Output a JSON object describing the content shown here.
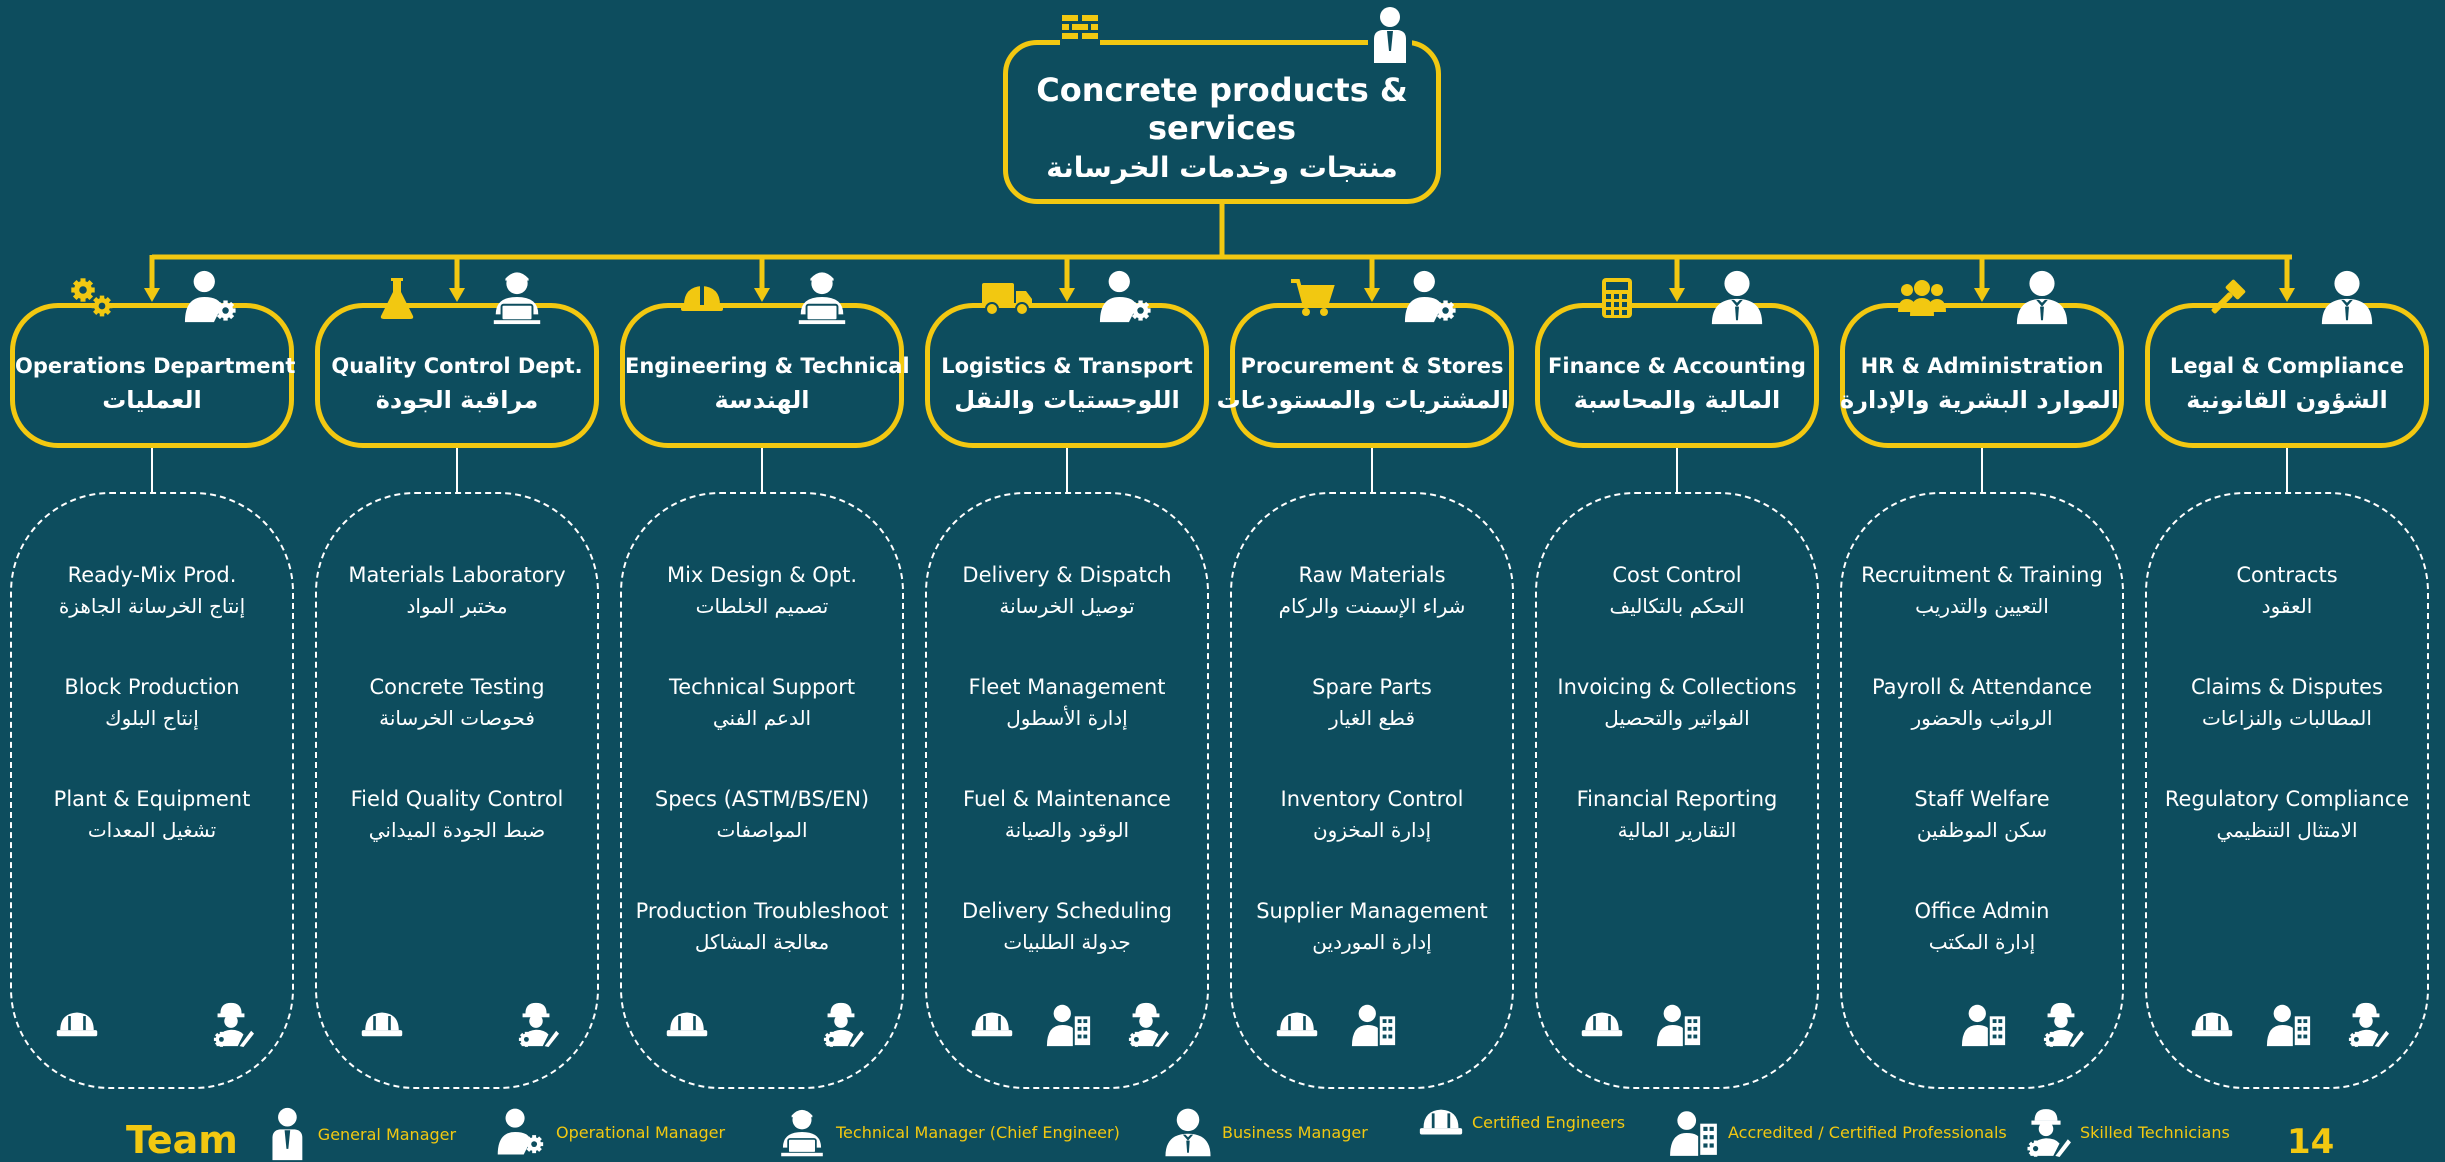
{
  "root": {
    "title_en": "Concrete products & services",
    "title_ar": "منتجات وخدمات الخرسانة",
    "icons": [
      "brick-wall-icon",
      "general-manager-icon"
    ]
  },
  "departments": [
    {
      "name_en": "Operations Department",
      "name_ar": "العمليات",
      "dept_icon": "gears-icon",
      "manager_icon": "operational-manager-icon",
      "items": [
        {
          "en": "Ready-Mix Prod.",
          "ar": "إنتاج الخرسانة الجاهزة"
        },
        {
          "en": "Block Production",
          "ar": "إنتاج البلوك"
        },
        {
          "en": "Plant & Equipment",
          "ar": "تشغيل المعدات"
        }
      ],
      "team_icons": [
        "certified-engineers",
        "skilled-technicians"
      ]
    },
    {
      "name_en": "Quality Control Dept.",
      "name_ar": "مراقبة الجودة",
      "dept_icon": "flask-icon",
      "manager_icon": "technical-manager-icon",
      "items": [
        {
          "en": "Materials Laboratory",
          "ar": "مختبر المواد"
        },
        {
          "en": "Concrete Testing",
          "ar": "فحوصات الخرسانة"
        },
        {
          "en": "Field Quality Control",
          "ar": "ضبط الجودة الميداني"
        }
      ],
      "team_icons": [
        "certified-engineers",
        "skilled-technicians"
      ]
    },
    {
      "name_en": "Engineering & Technical",
      "name_ar": "الهندسة",
      "dept_icon": "hard-hat-icon",
      "manager_icon": "technical-manager-icon",
      "items": [
        {
          "en": "Mix Design & Opt.",
          "ar": "تصميم الخلطات"
        },
        {
          "en": "Technical Support",
          "ar": "الدعم الفني"
        },
        {
          "en": "Specs (ASTM/BS/EN)",
          "ar": "المواصفات"
        },
        {
          "en": "Production Troubleshoot",
          "ar": "معالجة المشاكل"
        }
      ],
      "team_icons": [
        "certified-engineers",
        "skilled-technicians"
      ]
    },
    {
      "name_en": "Logistics & Transport",
      "name_ar": "اللوجستيات والنقل",
      "dept_icon": "truck-icon",
      "manager_icon": "operational-manager-icon",
      "items": [
        {
          "en": "Delivery & Dispatch",
          "ar": "توصيل الخرسانة"
        },
        {
          "en": "Fleet Management",
          "ar": "إدارة الأسطول"
        },
        {
          "en": "Fuel & Maintenance",
          "ar": "الوقود والصيانة"
        },
        {
          "en": "Delivery Scheduling",
          "ar": "جدولة الطلبيات"
        }
      ],
      "team_icons": [
        "certified-engineers",
        "accredited-professionals",
        "skilled-technicians"
      ]
    },
    {
      "name_en": "Procurement & Stores",
      "name_ar": "المشتريات والمستودعات",
      "dept_icon": "cart-icon",
      "manager_icon": "operational-manager-icon",
      "items": [
        {
          "en": "Raw Materials",
          "ar": "شراء الإسمنت والركام"
        },
        {
          "en": "Spare Parts",
          "ar": "قطع الغيار"
        },
        {
          "en": "Inventory Control",
          "ar": "إدارة المخزون"
        },
        {
          "en": "Supplier Management",
          "ar": "إدارة الموردين"
        }
      ],
      "team_icons": [
        "certified-engineers",
        "accredited-professionals"
      ]
    },
    {
      "name_en": "Finance & Accounting",
      "name_ar": "المالية والمحاسبة",
      "dept_icon": "calculator-icon",
      "manager_icon": "business-manager-icon",
      "items": [
        {
          "en": "Cost Control",
          "ar": "التحكم بالتكاليف"
        },
        {
          "en": "Invoicing & Collections",
          "ar": "الفواتير والتحصيل"
        },
        {
          "en": "Financial Reporting",
          "ar": "التقارير المالية"
        }
      ],
      "team_icons": [
        "certified-engineers",
        "accredited-professionals"
      ]
    },
    {
      "name_en": "HR & Administration",
      "name_ar": "الموارد البشرية والإدارة",
      "dept_icon": "people-icon",
      "manager_icon": "business-manager-icon",
      "items": [
        {
          "en": "Recruitment & Training",
          "ar": "التعيين والتدريب"
        },
        {
          "en": "Payroll & Attendance",
          "ar": "الرواتب والحضور"
        },
        {
          "en": "Staff Welfare",
          "ar": "سكن الموظفين"
        },
        {
          "en": "Office Admin",
          "ar": "إدارة المكتب"
        }
      ],
      "team_icons": [
        "accredited-professionals",
        "skilled-technicians"
      ]
    },
    {
      "name_en": "Legal & Compliance",
      "name_ar": "الشؤون القانونية",
      "dept_icon": "gavel-icon",
      "manager_icon": "business-manager-icon",
      "items": [
        {
          "en": "Contracts",
          "ar": "العقود"
        },
        {
          "en": "Claims & Disputes",
          "ar": "المطالبات والنزاعات"
        },
        {
          "en": "Regulatory Compliance",
          "ar": "الامتثال التنظيمي"
        }
      ],
      "team_icons": [
        "certified-engineers",
        "accredited-professionals",
        "skilled-technicians"
      ]
    }
  ],
  "legend": {
    "title": "Team",
    "items": [
      {
        "icon": "general-manager",
        "label": "General Manager"
      },
      {
        "icon": "operational-manager",
        "label": "Operational Manager"
      },
      {
        "icon": "technical-manager",
        "label": "Technical Manager (Chief Engineer)"
      },
      {
        "icon": "business-manager",
        "label": "Business Manager"
      },
      {
        "icon": "certified-engineers",
        "label": "Certified Engineers"
      },
      {
        "icon": "accredited-professionals",
        "label": "Accredited / Certified Professionals"
      },
      {
        "icon": "skilled-technicians",
        "label": "Skilled Technicians"
      }
    ]
  },
  "page_number": "14",
  "colors": {
    "background": "#0d4d5e",
    "accent": "#f2c811",
    "text": "#ffffff"
  }
}
